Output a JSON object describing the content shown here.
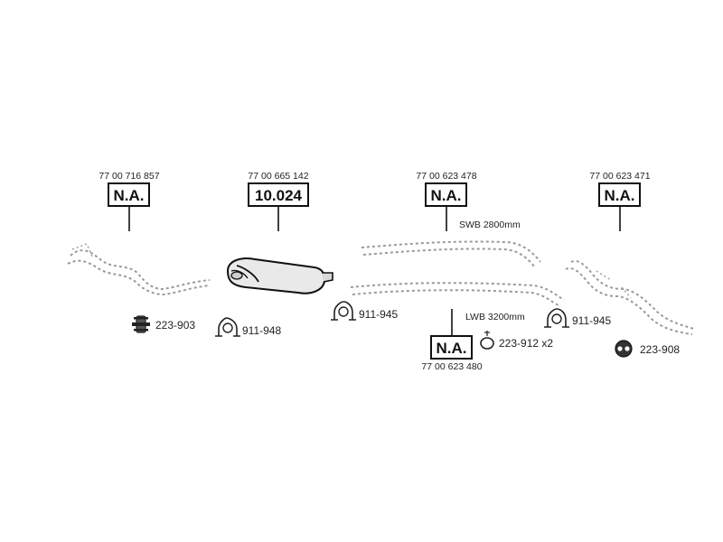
{
  "callouts": [
    {
      "part_number": "77 00 716 857",
      "code": "N.A."
    },
    {
      "part_number": "77 00 665 142",
      "code": "10.024"
    },
    {
      "part_number": "77 00 623 478",
      "code": "N.A."
    },
    {
      "part_number": "77 00 623 471",
      "code": "N.A."
    },
    {
      "part_number": "77 00 623 480",
      "code": "N.A."
    }
  ],
  "notes": {
    "swb": "SWB 2800mm",
    "lwb": "LWB 3200mm"
  },
  "hardware": [
    {
      "code": "223-903",
      "icon": "rubber-mount-icon"
    },
    {
      "code": "911-948",
      "icon": "clamp-icon"
    },
    {
      "code": "911-945",
      "icon": "clamp-icon"
    },
    {
      "code": "223-912 x2",
      "icon": "gasket-ring-icon"
    },
    {
      "code": "911-945",
      "icon": "clamp-icon"
    },
    {
      "code": "223-908",
      "icon": "rubber-ring-icon"
    }
  ]
}
